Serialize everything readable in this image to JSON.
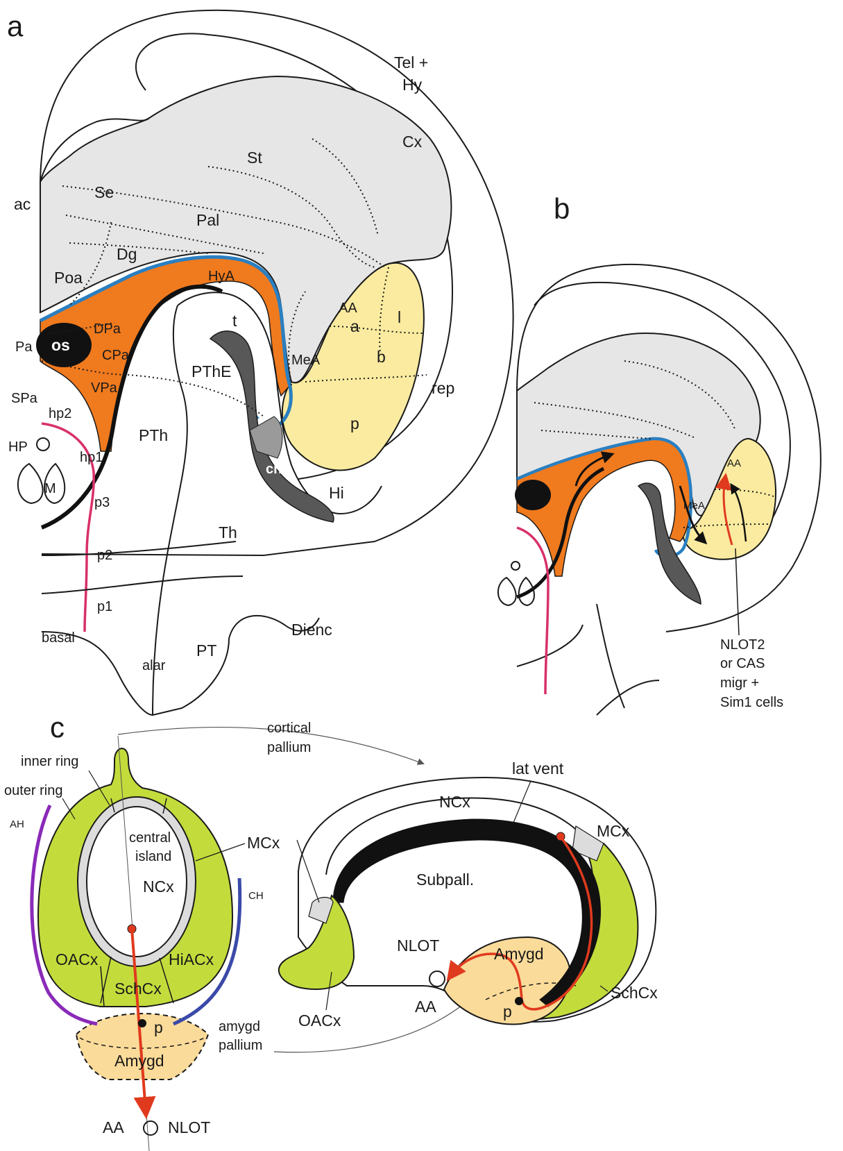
{
  "panels": {
    "a": "a",
    "b": "b",
    "c": "c"
  },
  "panel_a": {
    "labels": {
      "tel_hy_1": "Tel +",
      "tel_hy_2": "Hy",
      "cx": "Cx",
      "st": "St",
      "se": "Se",
      "ac": "ac",
      "pal": "Pal",
      "dg": "Dg",
      "poa": "Poa",
      "hya": "HyA",
      "dpa": "DPa",
      "os": "os",
      "cpa": "CPa",
      "vpa": "VPa",
      "pa": "Pa",
      "spa": "SPa",
      "hp2": "hp2",
      "hp": "HP",
      "hp1": "hp1",
      "m": "M",
      "p3": "p3",
      "p2": "p2",
      "p1": "p1",
      "basal": "basal",
      "alar": "alar",
      "pt": "PT",
      "th": "Th",
      "pth": "PTh",
      "pthe": "PThE",
      "t": "t",
      "chf": "chf",
      "hi": "Hi",
      "mea": "MeA",
      "aa": "AA",
      "a": "a",
      "l": "l",
      "b": "b",
      "rep": "rep",
      "p": "p",
      "dienc": "Dienc"
    }
  },
  "panel_b": {
    "labels": {
      "aa": "AA",
      "mea": "MeA",
      "note_1": "NLOT2",
      "note_2": "or CAS",
      "note_3": "migr +",
      "note_4": "Sim1 cells"
    }
  },
  "panel_c": {
    "labels": {
      "cortical_1": "cortical",
      "cortical_2": "pallium",
      "inner_ring": "inner ring",
      "outer_ring": "outer ring",
      "ah": "AH",
      "ch": "CH",
      "central_1": "central",
      "central_2": "island",
      "ncx": "NCx",
      "mcx": "MCx",
      "oacx": "OACx",
      "hiacx": "HiACx",
      "schcx": "SchCx",
      "p": "p",
      "amygd": "Amygd",
      "amygd_pal_1": "amygd",
      "amygd_pal_2": "pallium",
      "aa": "AA",
      "nlot": "NLOT",
      "lat_vent": "lat vent",
      "ncx_r": "NCx",
      "mcx_r": "MCx",
      "subpall": "Subpall.",
      "nlot_r": "NLOT",
      "amygd_r": "Amygd",
      "oacx_r": "OACx",
      "aa_r": "AA",
      "p_r": "p",
      "schcx_r": "SchCx"
    }
  },
  "colors": {
    "orange": "#f07a1e",
    "blue": "#2a7fc1",
    "yellow": "#faeba0",
    "grey": "#e6e6e6",
    "darkgrey": "#585858",
    "green": "#c3dc3c",
    "red": "#e03a1e",
    "magenta": "#d8306a",
    "purple": "#8a2ab8",
    "navy": "#3b4aa8"
  }
}
